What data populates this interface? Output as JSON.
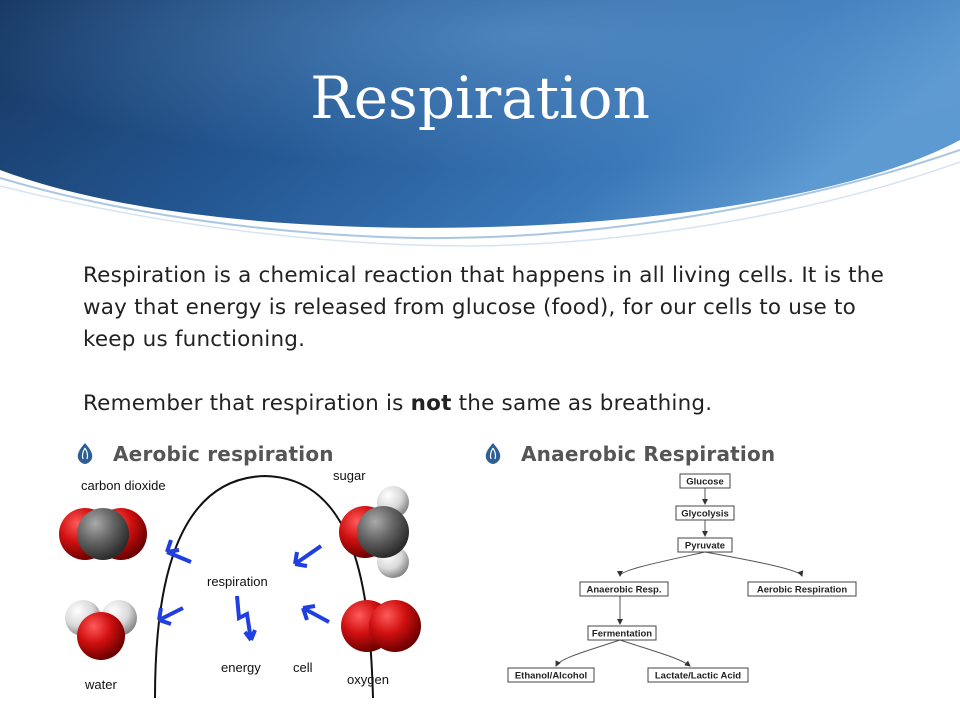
{
  "slide": {
    "title": "Respiration",
    "paragraph": "Respiration is a chemical reaction that happens in all living cells. It is the way that energy is released from glucose (food), for our cells to use to keep us functioning.",
    "remember_before": "Remember that respiration is ",
    "remember_bold": "not",
    "remember_after": " the same as breathing."
  },
  "bullets": [
    {
      "label": "Aerobic respiration",
      "icon": "fleuron-bullet-icon"
    },
    {
      "label": "Anaerobic Respiration",
      "icon": "fleuron-bullet-icon"
    }
  ],
  "aerobic_diagram": {
    "labels": {
      "carbon_dioxide": "carbon dioxide",
      "sugar": "sugar",
      "respiration": "respiration",
      "energy": "energy",
      "water": "water",
      "cell": "cell",
      "oxygen": "oxygen"
    }
  },
  "anaerobic_flowchart": {
    "nodes": {
      "glucose": "Glucose",
      "glycolysis": "Glycolysis",
      "pyruvate": "Pyruvate",
      "anaerobic_resp": "Anaerobic Resp.",
      "aerobic_respiration": "Aerobic Respiration",
      "fermentation": "Fermentation",
      "ethanol": "Ethanol/Alcohol",
      "lactate": "Lactate/Lactic Acid"
    }
  },
  "colors": {
    "header_dark": "#1b3d6e",
    "header_mid": "#2f6aa6",
    "header_light": "#5b97cf",
    "bullet": "#2d5f95",
    "arrow_blue": "#1f3fe0",
    "molecule_red": "#cc1111",
    "molecule_gray": "#666666",
    "molecule_white": "#e8e8e8"
  }
}
